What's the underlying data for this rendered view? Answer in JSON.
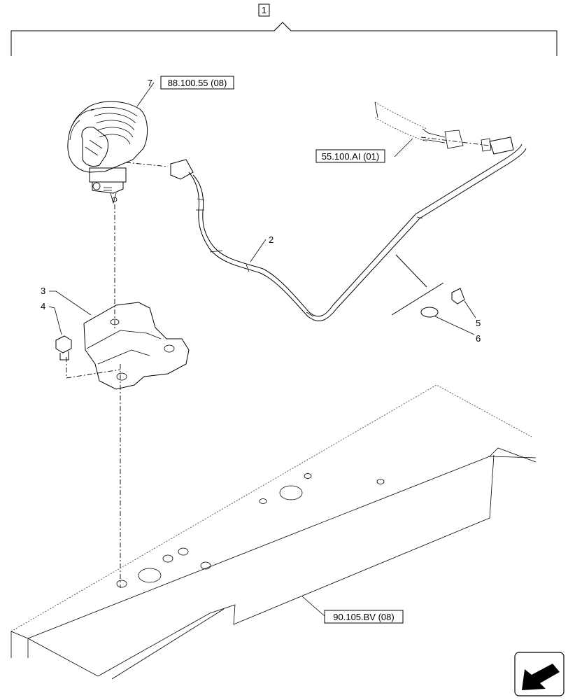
{
  "assembly_label": "1",
  "callouts": {
    "work_light_number": "7",
    "work_light_ref": "88.100.55 (08)",
    "harness_ref": "55.100.AI (01)",
    "harness_number": "2",
    "bracket_number": "3",
    "bolt_number": "4",
    "clip_number": "5",
    "tie_number": "6",
    "frame_ref": "90.105.BV (08)"
  },
  "nav_icon": "arrow-down-left-icon"
}
